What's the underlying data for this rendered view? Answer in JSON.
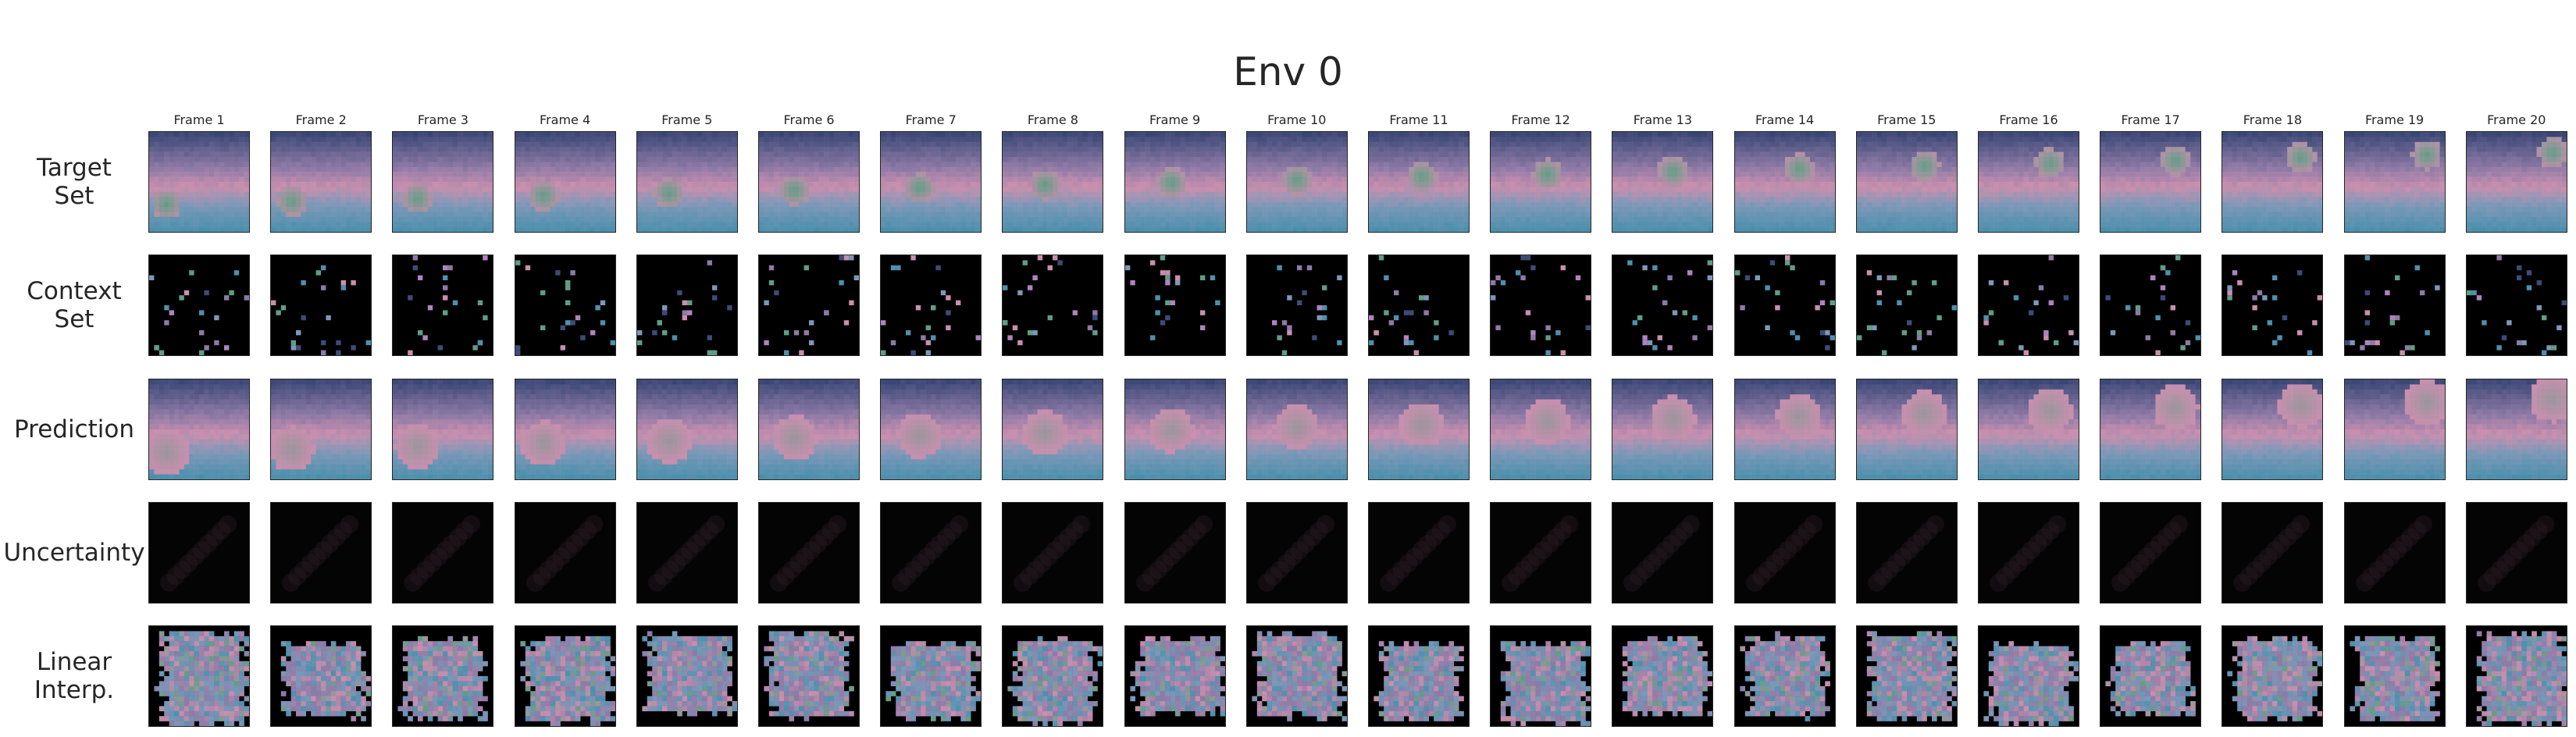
{
  "title": "Env 0",
  "frames": [
    "Frame 1",
    "Frame 2",
    "Frame 3",
    "Frame 4",
    "Frame 5",
    "Frame 6",
    "Frame 7",
    "Frame 8",
    "Frame 9",
    "Frame 10",
    "Frame 11",
    "Frame 12",
    "Frame 13",
    "Frame 14",
    "Frame 15",
    "Frame 16",
    "Frame 17",
    "Frame 18",
    "Frame 19",
    "Frame 20"
  ],
  "rows": [
    {
      "key": "target",
      "label": "Target\nSet"
    },
    {
      "key": "context",
      "label": "Context\nSet"
    },
    {
      "key": "prediction",
      "label": "Prediction"
    },
    {
      "key": "uncertainty",
      "label": "Uncertainty"
    },
    {
      "key": "interp",
      "label": "Linear\nInterp."
    }
  ],
  "colors": {
    "sky_top": "#3f4a78",
    "sky_mid": "#8e7aa6",
    "pink_band": "#c98fae",
    "horizon": "#7d98b8",
    "water": "#4e90ad",
    "object": "#5f9e86",
    "context_bg": "#000000",
    "uncertainty_bg": "#050405",
    "uncertainty_blob": "#2e1f28"
  }
}
